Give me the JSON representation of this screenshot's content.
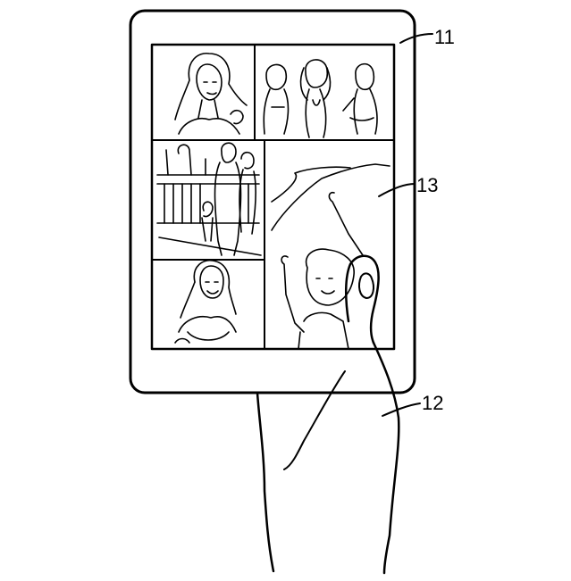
{
  "figure": {
    "labels": {
      "device": "11",
      "hand": "12",
      "photo_tile": "13"
    }
  }
}
